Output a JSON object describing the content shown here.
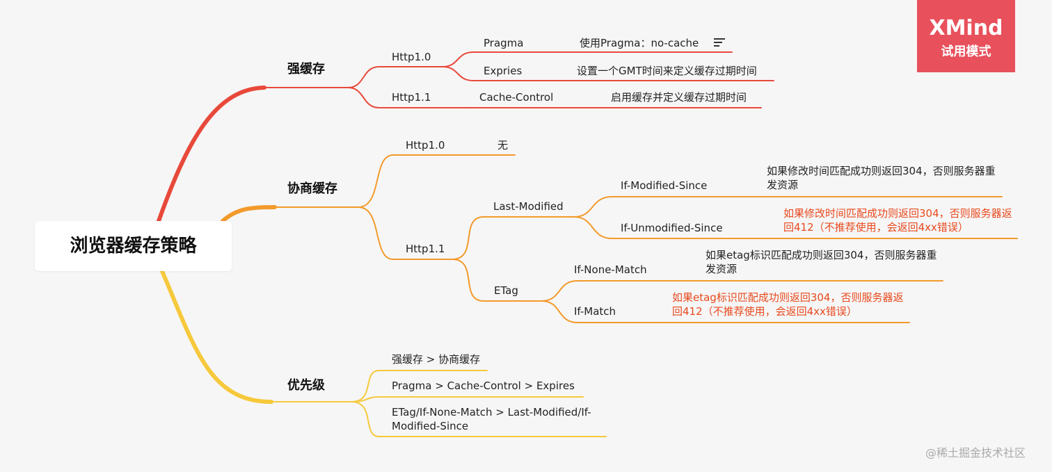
{
  "colors": {
    "red": "#e8493a",
    "orange": "#f39a2b",
    "yellow": "#f6c93c",
    "highlight_text": "#e8491d",
    "badge_bg": "#e8505b"
  },
  "root": {
    "title": "浏览器缓存策略"
  },
  "badge": {
    "brand": "XMind",
    "mode": "试用模式"
  },
  "strong_cache": {
    "title": "强缓存",
    "http10": {
      "label": "Http1.0",
      "pragma": "Pragma",
      "pragma_desc": "使用Pragma：no-cache",
      "expries": "Expries",
      "expries_desc": "设置一个GMT时间来定义缓存过期时间"
    },
    "http11": {
      "label": "Http1.1",
      "cache_control": "Cache-Control",
      "cache_control_desc": "启用缓存并定义缓存过期时间"
    }
  },
  "negotiated_cache": {
    "title": "协商缓存",
    "http10": {
      "label": "Http1.0",
      "none": "无"
    },
    "http11": {
      "label": "Http1.1",
      "last_modified": "Last-Modified",
      "if_modified_since": "If-Modified-Since",
      "if_modified_since_desc": "如果修改时间匹配成功则返回304，否则服务器重发资源",
      "if_unmodified_since": "If-Unmodified-Since",
      "if_unmodified_since_desc": "如果修改时间匹配成功则返回304，否则服务器返回412（不推荐使用，会返回4xx错误）",
      "etag": "ETag",
      "if_none_match": "If-None-Match",
      "if_none_match_desc": "如果etag标识匹配成功则返回304，否则服务器重发资源",
      "if_match": "If-Match",
      "if_match_desc": "如果etag标识匹配成功则返回304，否则服务器返回412（不推荐使用，会返回4xx错误）"
    }
  },
  "priority": {
    "title": "优先级",
    "items": [
      "强缓存 > 协商缓存",
      "Pragma > Cache-Control > Expires",
      "ETag/If-None-Match > Last-Modified/If-Modified-Since"
    ]
  },
  "watermark": "@稀土掘金技术社区"
}
